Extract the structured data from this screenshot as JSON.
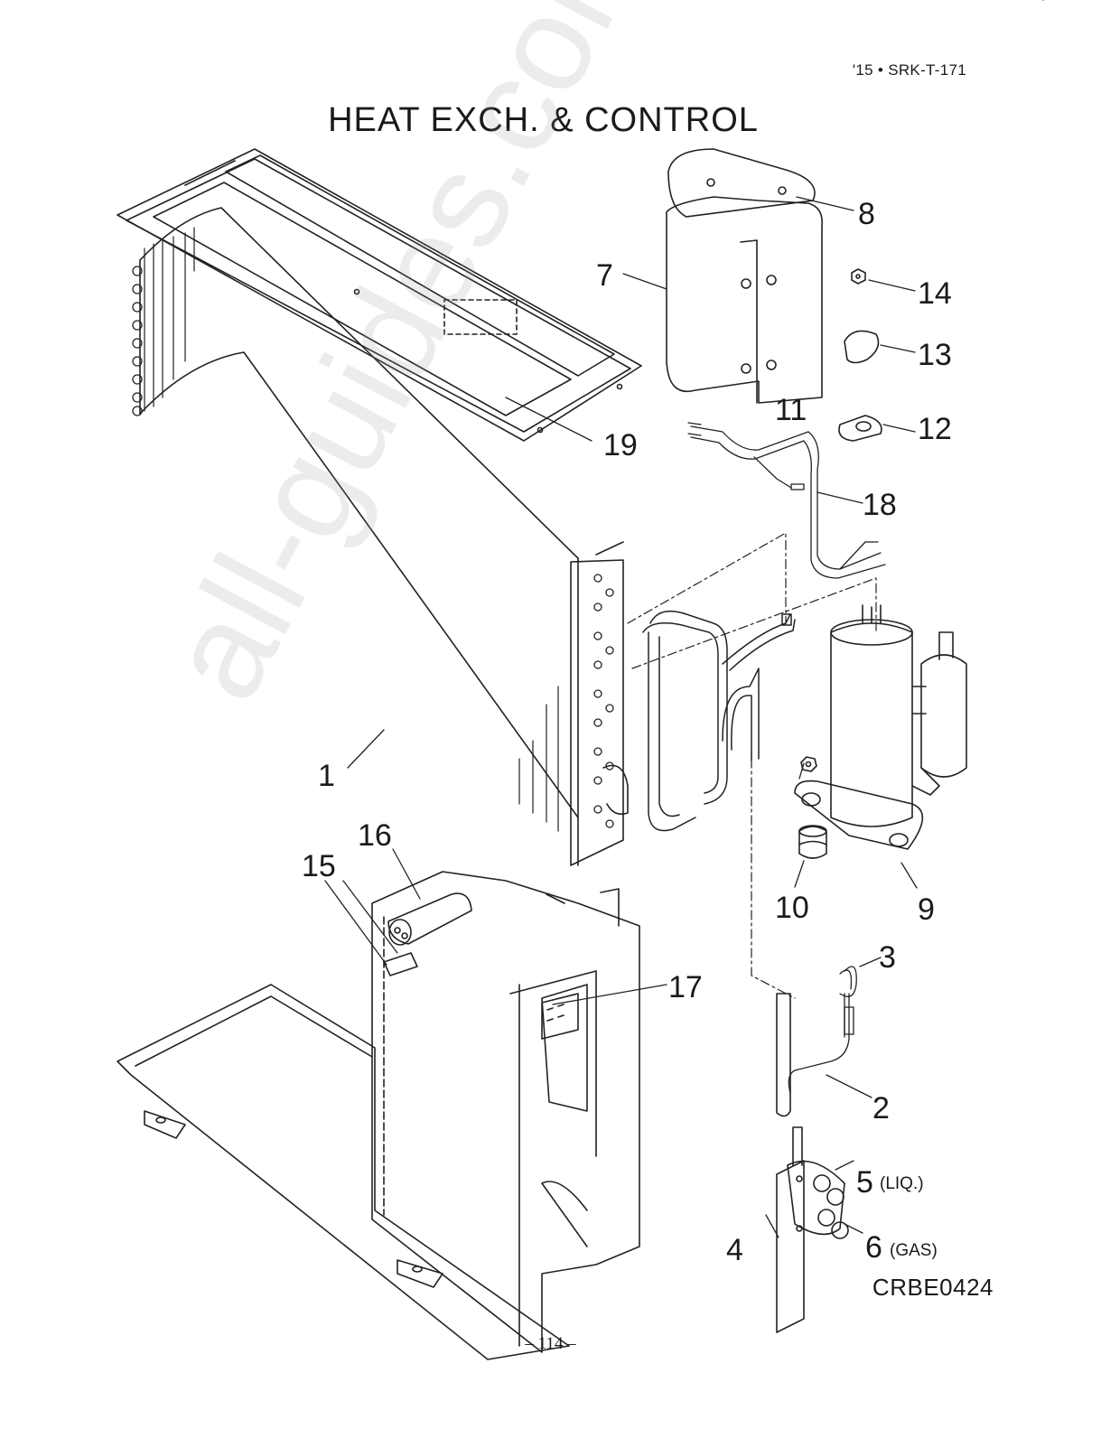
{
  "header": {
    "doc_ref": "'15 • SRK-T-171",
    "title": "HEAT EXCH. & CONTROL"
  },
  "parts": {
    "p1": "1",
    "p2": "2",
    "p3": "3",
    "p4": "4",
    "p5": "5",
    "p5_note": "(LIQ.)",
    "p6": "6",
    "p6_note": "(GAS)",
    "p7": "7",
    "p8": "8",
    "p9": "9",
    "p10": "10",
    "p11": "11",
    "p12": "12",
    "p13": "13",
    "p14": "14",
    "p15": "15",
    "p16": "16",
    "p17": "17",
    "p18": "18",
    "p19": "19"
  },
  "footer": {
    "drawing_code": "CRBE0424",
    "page_number": "– 114 –"
  },
  "watermark": "all-guides.com"
}
